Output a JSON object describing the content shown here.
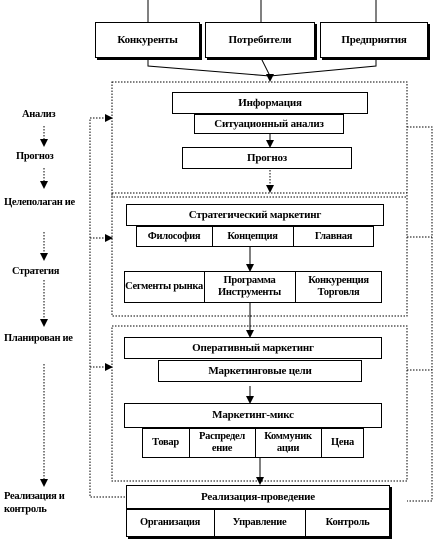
{
  "sources": [
    "Конкуренты",
    "Потребители",
    "Предприятия"
  ],
  "stages": [
    "Анализ",
    "Прогноз",
    "Целеполаган ие",
    "Стратегия",
    "Планирован ие",
    "Реализация и контроль"
  ],
  "analysis": {
    "information": "Информация",
    "situational": "Ситуационный анализ",
    "forecast": "Прогноз"
  },
  "strategic": {
    "title": "Стратегический маркетинг",
    "row1": [
      "Философия",
      "Концепция",
      "Главная"
    ],
    "row2": [
      "Сегменты рынка",
      "Программа Инструменты",
      "Конкуренция Торговля"
    ]
  },
  "operational": {
    "title": "Оперативный маркетинг",
    "goals": "Маркетинговые цели",
    "mix": "Маркетинг-микс",
    "mix_items": [
      "Товар",
      "Распредел ение",
      "Коммуник ации",
      "Цена"
    ]
  },
  "implementation": {
    "title": "Реализация-проведение",
    "items": [
      "Организация",
      "Управление",
      "Контроль"
    ]
  }
}
